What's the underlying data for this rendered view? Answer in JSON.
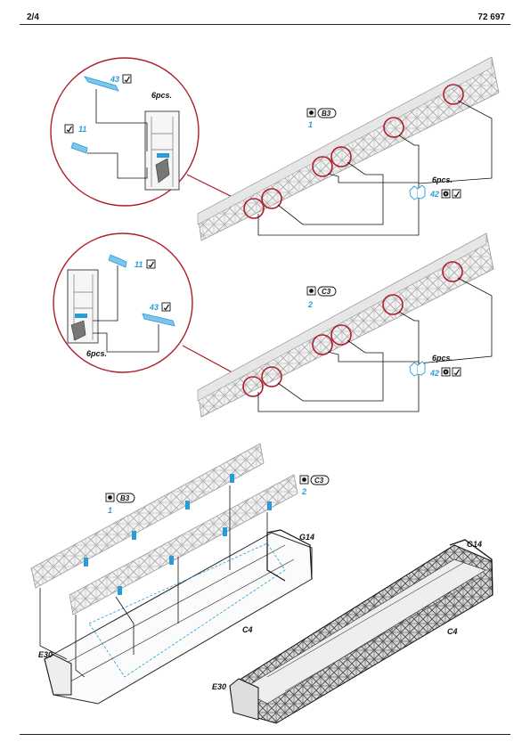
{
  "header": {
    "page": "2/4",
    "kit_number": "72 697"
  },
  "colors": {
    "accent_blue": "#2a9bd6",
    "detail_red": "#b01c2a",
    "gray_frame": "#bdbdbd",
    "line": "#111111"
  },
  "step1": {
    "part_ref_b3": "B3",
    "qty_b3": "1",
    "part_42": "42",
    "pcs_right": "6pcs.",
    "inset": {
      "part_43": "43",
      "part_11": "11",
      "pcs": "6pcs."
    }
  },
  "step2": {
    "part_ref_c3": "C3",
    "qty_c3": "2",
    "part_42": "42",
    "pcs_right": "6pcs.",
    "inset": {
      "part_11": "11",
      "part_43": "43",
      "pcs": "6pcs."
    }
  },
  "step3": {
    "b3": "B3",
    "b3_qty": "1",
    "c3": "C3",
    "c3_qty": "2",
    "g14": "G14",
    "c4": "C4",
    "e30": "E30"
  },
  "result": {
    "g14": "G14",
    "c4": "C4",
    "e30": "E30"
  },
  "icons": [
    "photo-etch-icon",
    "bend-icon",
    "plastic-part-icon",
    "glue-icon"
  ]
}
